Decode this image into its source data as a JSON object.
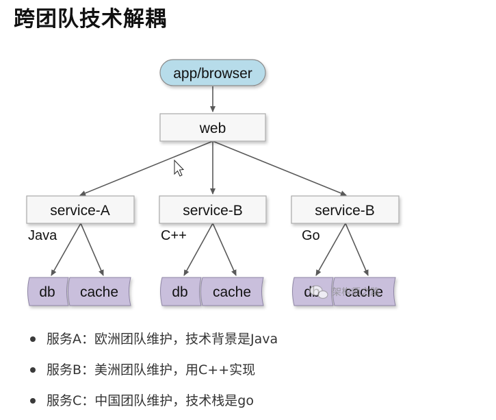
{
  "title": "跨团队技术解耦",
  "diagram": {
    "client": "app/browser",
    "web": "web",
    "services": [
      {
        "label": "service-A",
        "lang": "Java",
        "db": "db",
        "cache": "cache"
      },
      {
        "label": "service-B",
        "lang": "C++",
        "db": "db",
        "cache": "cache"
      },
      {
        "label": "service-B",
        "lang": "Go",
        "db": "db",
        "cache": "cache"
      }
    ],
    "watermark": "架构师之路"
  },
  "bullets": [
    "服务A：欧洲团队维护，技术背景是Java",
    "服务B：美洲团队维护，用C++实现",
    "服务C：中国团队维护，技术栈是go"
  ],
  "colors": {
    "client_fill": "#b7dcea",
    "box_fill": "#f7f7f7",
    "box_border": "#a9a9a9",
    "store_fill": "#c9bfdc",
    "arrow": "#595959"
  }
}
